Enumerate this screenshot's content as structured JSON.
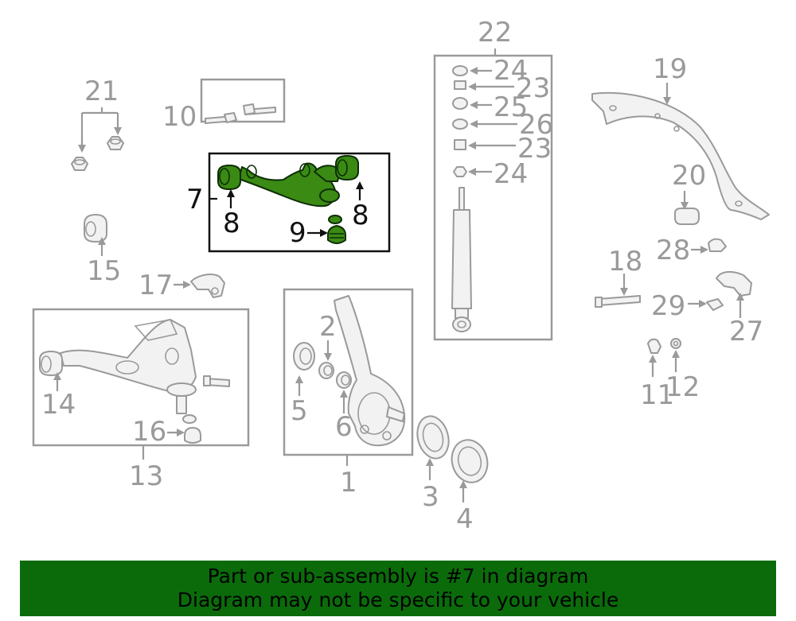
{
  "callouts": {
    "c1": "1",
    "c2": "2",
    "c3": "3",
    "c4": "4",
    "c5": "5",
    "c6": "6",
    "c7": "7",
    "c8a": "8",
    "c8b": "8",
    "c9": "9",
    "c10": "10",
    "c11": "11",
    "c12": "12",
    "c13": "13",
    "c14": "14",
    "c15": "15",
    "c16": "16",
    "c17": "17",
    "c18": "18",
    "c19": "19",
    "c20": "20",
    "c21": "21",
    "c22": "22",
    "c23a": "23",
    "c23b": "23",
    "c24a": "24",
    "c24b": "24",
    "c25": "25",
    "c26": "26",
    "c27": "27",
    "c28": "28",
    "c29": "29"
  },
  "banner": {
    "line1": "Part or sub-assembly is #7 in diagram",
    "line2": "Diagram may not be specific to your vehicle"
  },
  "colors": {
    "highlight_part": "#3a8a14",
    "banner_bg": "#0b6b0b",
    "diagram_gray": "#9a9a9a"
  }
}
